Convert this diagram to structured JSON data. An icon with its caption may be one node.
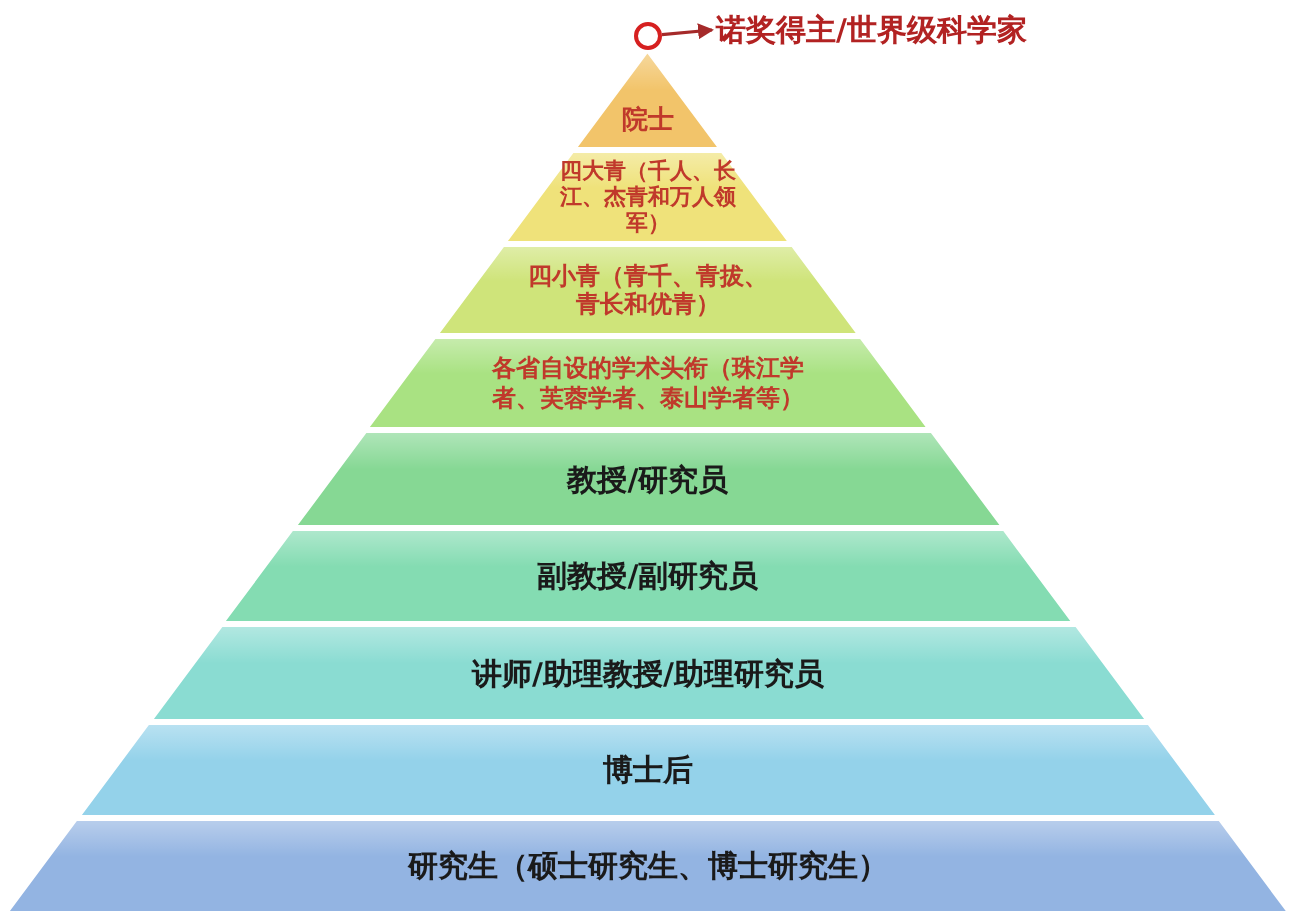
{
  "diagram": {
    "nodes": [
      {
        "text": [
          "诺奖得主/世界级科学家"
        ]
      },
      {
        "text": [],
        "shape": "circle"
      },
      {
        "text": [
          "院士"
        ]
      },
      {
        "text": [
          "四大青（千人、长江、杰青和万人领军）"
        ]
      },
      {
        "text": [
          "四小青（青千、青拔、青长和优青）"
        ]
      },
      {
        "text": [
          "各省自设的学术头衔（珠江学者、芙蓉学者、泰山学者等）"
        ]
      },
      {
        "text": [
          "教授/研究员"
        ]
      },
      {
        "text": [
          "副教授/副研究员"
        ]
      },
      {
        "text": [
          "讲师/助理教授/助理研究员"
        ]
      },
      {
        "text": [
          "博士后"
        ]
      },
      {
        "text": [
          "研究生（硕士研究生、博士研究生）"
        ]
      }
    ],
    "edges": [
      {
        "from": 1,
        "to": 0,
        "arrow": "to"
      }
    ]
  }
}
